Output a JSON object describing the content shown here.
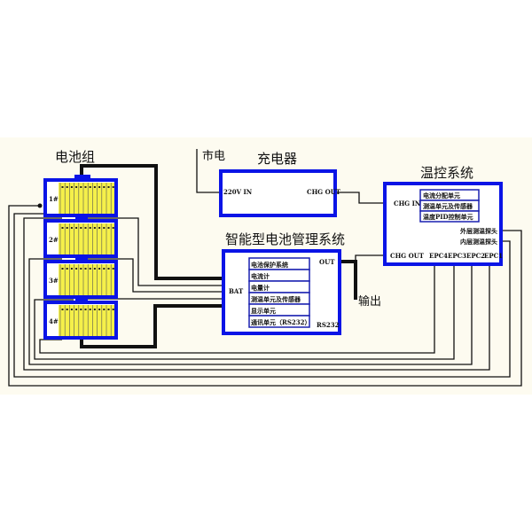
{
  "battery_pack": {
    "title": "电池组",
    "modules": [
      "1#",
      "2#",
      "3#",
      "4#"
    ]
  },
  "mains": {
    "label": "市电"
  },
  "charger": {
    "title": "充电器",
    "in_label": "220V IN",
    "out_label": "CHG OUT"
  },
  "bms": {
    "title": "智能型电池管理系统",
    "bat_label": "BAT",
    "out_label": "OUT",
    "rs232_label": "RS232",
    "units": [
      "电池保护系统",
      "电流计",
      "电量计",
      "测温单元及传感器",
      "显示单元",
      "通讯单元（RS232）"
    ]
  },
  "output": {
    "label": "输出"
  },
  "thermal": {
    "title": "温控系统",
    "chg_in": "CHG IN",
    "chg_out": "CHG OUT",
    "units": [
      "电流分配单元",
      "测温单元及传感器",
      "温度PID控制单元"
    ],
    "outer_probe": "外层测温探头",
    "inner_probe": "内层测温探头",
    "epc": [
      "EPC4",
      "EPC3",
      "EPC2",
      "EPC1"
    ]
  },
  "colors": {
    "box_border": "#0a14e6",
    "cell_fill": "#f5f04a",
    "background": "#fdfbf0"
  }
}
